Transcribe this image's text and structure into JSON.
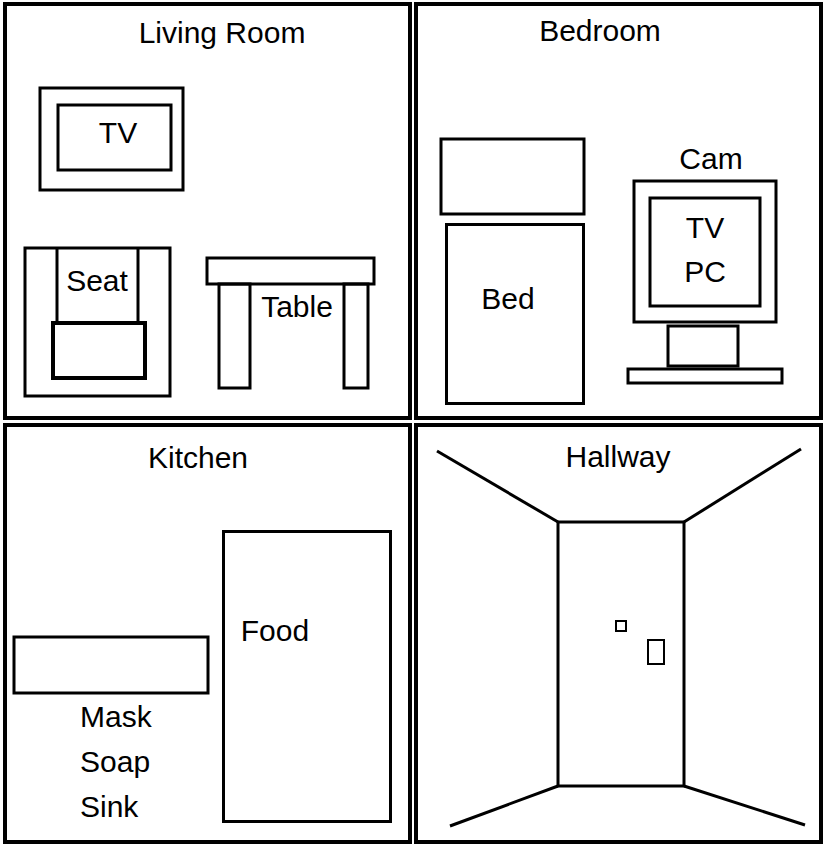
{
  "diagram": {
    "nodes": [
      {
        "text": [
          "Living Room"
        ]
      },
      {
        "text": [
          "TV"
        ],
        "in": 0
      },
      {
        "text": [
          "Seat"
        ],
        "in": 0
      },
      {
        "text": [
          "Table"
        ],
        "in": 0
      },
      {
        "text": [
          "Bedroom"
        ]
      },
      {
        "text": [
          "Bed"
        ],
        "in": 4
      },
      {
        "text": [
          "Cam",
          "TV PC"
        ],
        "in": 4
      },
      {
        "text": [
          "Kitchen"
        ]
      },
      {
        "text": [
          "Food"
        ],
        "in": 7
      },
      {
        "text": [
          "Hallway"
        ]
      }
    ],
    "labels": [
      "Mask",
      "Soap",
      "Sink"
    ]
  }
}
